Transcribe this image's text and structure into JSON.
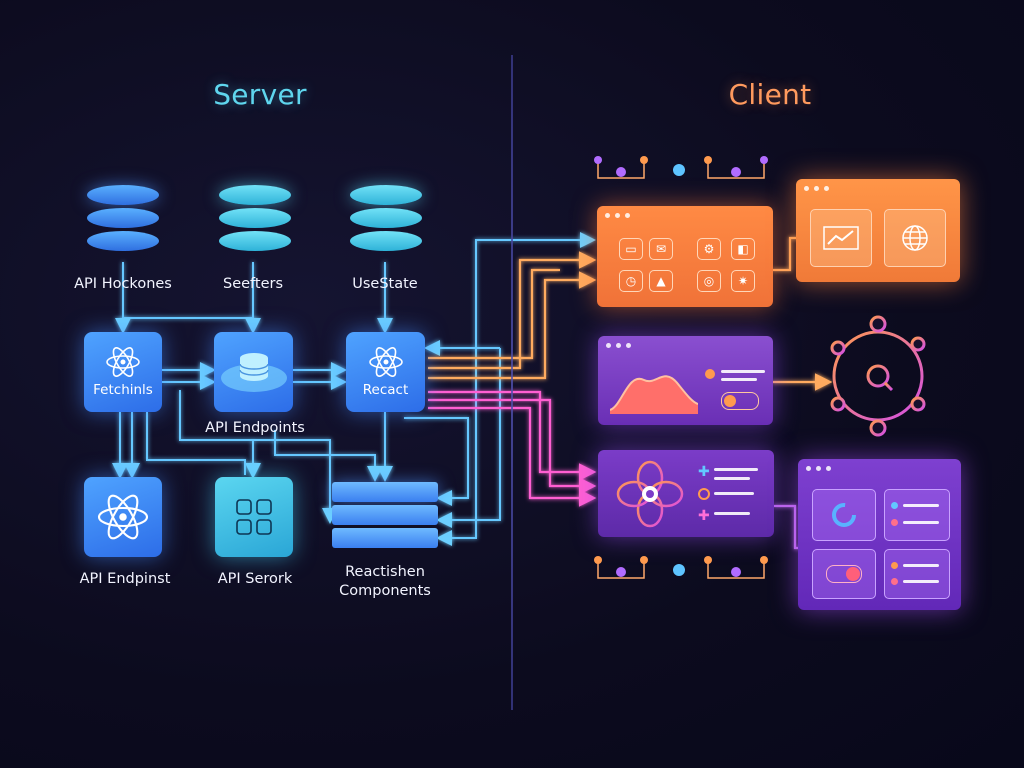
{
  "titles": {
    "server": "Server",
    "client": "Client"
  },
  "server": {
    "databases": [
      {
        "label": "API Hockones",
        "icon": "database-icon"
      },
      {
        "label": "Seefters",
        "icon": "database-icon"
      },
      {
        "label": "UseState",
        "icon": "database-icon"
      }
    ],
    "nodes": {
      "fetching": "Fetchinls",
      "api_endpoints": "API Endpoints",
      "react": "Recact",
      "api_endpinst": "API Endpinst",
      "api_serork": "API Serork",
      "components_line1": "Reactishen",
      "components_line2": "Components"
    }
  },
  "colors": {
    "server_accent": "#5fd6ee",
    "client_accent": "#ff9a5e",
    "orange_panel": "#f27a3c",
    "purple_panel": "#7a3bc2",
    "magenta_line": "#ff5fd2",
    "blue_line": "#66ccff"
  },
  "icons": [
    "react-icon",
    "database-icon",
    "grid-icon",
    "chart-icon",
    "globe-icon",
    "flower-icon",
    "ring-icon",
    "toggle-icon"
  ]
}
